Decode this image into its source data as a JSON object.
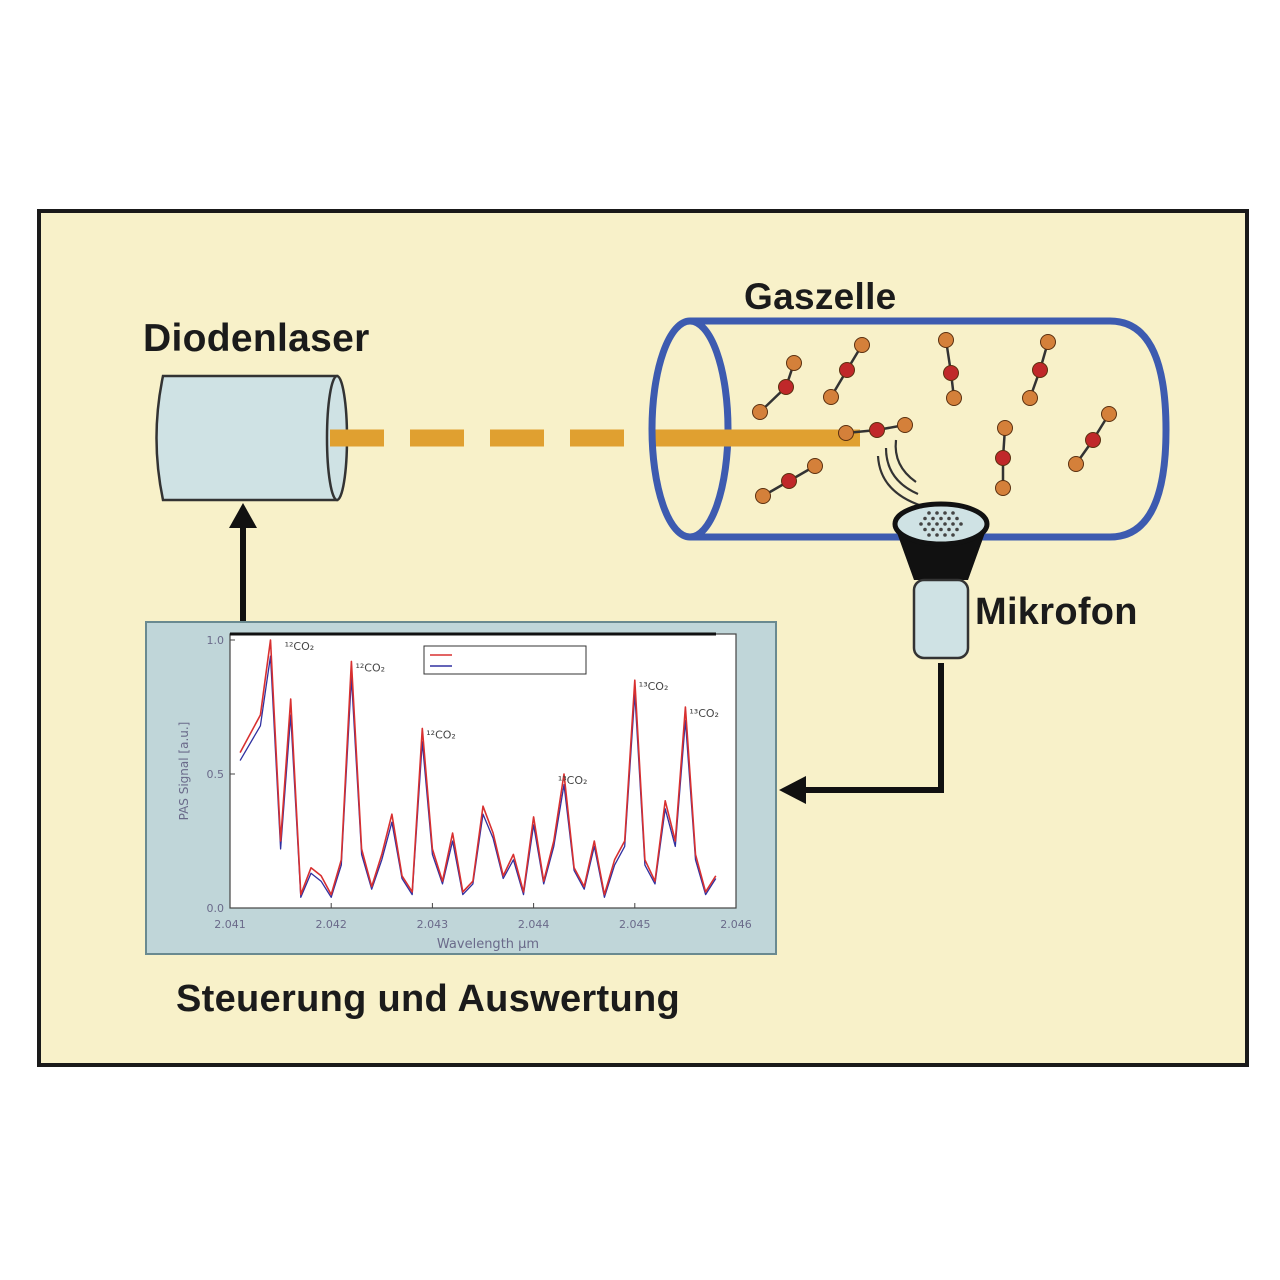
{
  "labels": {
    "laser": "Diodenlaser",
    "cell": "Gaszelle",
    "microphone": "Mikrofon",
    "control": "Steuerung und Auswertung"
  },
  "colors": {
    "frame_fill": "#f8f1c9",
    "component_fill": "#cfe2e4",
    "cell_outline": "#3d5bb0",
    "beam": "#e0a030",
    "molecule_outer": "#d4803a",
    "molecule_center": "#c0282a",
    "series_red": "#d83030",
    "series_blue": "#3030a0"
  },
  "chart_data": {
    "type": "line",
    "xlabel": "Wavelength μm",
    "ylabel": "PAS Signal [a.u.]",
    "xlim": [
      2.041,
      2.046
    ],
    "ylim": [
      0.0,
      1.0
    ],
    "x_ticks": [
      "2.041",
      "2.042",
      "2.043",
      "2.044",
      "2.045",
      "2.046"
    ],
    "y_ticks": [
      "0.0",
      "0.5",
      "1.0"
    ],
    "legend": [
      "",
      ""
    ],
    "peak_labels": [
      {
        "text": "¹²CO₂",
        "x": 2.0415,
        "y": 1.0
      },
      {
        "text": "¹²CO₂",
        "x": 2.0422,
        "y": 0.92
      },
      {
        "text": "¹²CO₂",
        "x": 2.0429,
        "y": 0.67
      },
      {
        "text": "¹³CO₂",
        "x": 2.0442,
        "y": 0.5
      },
      {
        "text": "¹³CO₂",
        "x": 2.045,
        "y": 0.85
      },
      {
        "text": "¹³CO₂",
        "x": 2.0455,
        "y": 0.75
      }
    ],
    "series": [
      {
        "x": [
          2.0411,
          2.0413,
          2.0414,
          2.0415,
          2.0416,
          2.0417,
          2.0418,
          2.0419,
          2.042,
          2.0421,
          2.0422,
          2.0423,
          2.0424,
          2.0425,
          2.0426,
          2.0427,
          2.0428,
          2.0429,
          2.043,
          2.0431,
          2.0432,
          2.0433,
          2.0434,
          2.0435,
          2.0436,
          2.0437,
          2.0438,
          2.0439,
          2.044,
          2.0441,
          2.0442,
          2.0443,
          2.0444,
          2.0445,
          2.0446,
          2.0447,
          2.0448,
          2.0449,
          2.045,
          2.0451,
          2.0452,
          2.0453,
          2.0454,
          2.0455,
          2.0456,
          2.0457,
          2.0458
        ],
        "values": [
          0.58,
          0.72,
          1.0,
          0.25,
          0.78,
          0.05,
          0.15,
          0.12,
          0.05,
          0.18,
          0.92,
          0.22,
          0.08,
          0.2,
          0.35,
          0.12,
          0.06,
          0.67,
          0.22,
          0.1,
          0.28,
          0.06,
          0.1,
          0.38,
          0.28,
          0.12,
          0.2,
          0.06,
          0.34,
          0.1,
          0.25,
          0.5,
          0.15,
          0.08,
          0.25,
          0.05,
          0.18,
          0.25,
          0.85,
          0.18,
          0.1,
          0.4,
          0.25,
          0.75,
          0.2,
          0.06,
          0.12
        ]
      },
      {
        "x": [
          2.0411,
          2.0413,
          2.0414,
          2.0415,
          2.0416,
          2.0417,
          2.0418,
          2.0419,
          2.042,
          2.0421,
          2.0422,
          2.0423,
          2.0424,
          2.0425,
          2.0426,
          2.0427,
          2.0428,
          2.0429,
          2.043,
          2.0431,
          2.0432,
          2.0433,
          2.0434,
          2.0435,
          2.0436,
          2.0437,
          2.0438,
          2.0439,
          2.044,
          2.0441,
          2.0442,
          2.0443,
          2.0444,
          2.0445,
          2.0446,
          2.0447,
          2.0448,
          2.0449,
          2.045,
          2.0451,
          2.0452,
          2.0453,
          2.0454,
          2.0455,
          2.0456,
          2.0457,
          2.0458
        ],
        "values": [
          0.55,
          0.68,
          0.94,
          0.22,
          0.72,
          0.04,
          0.13,
          0.1,
          0.04,
          0.16,
          0.86,
          0.2,
          0.07,
          0.18,
          0.32,
          0.11,
          0.05,
          0.62,
          0.2,
          0.09,
          0.25,
          0.05,
          0.09,
          0.35,
          0.26,
          0.11,
          0.18,
          0.05,
          0.31,
          0.09,
          0.23,
          0.46,
          0.14,
          0.07,
          0.23,
          0.04,
          0.16,
          0.23,
          0.8,
          0.16,
          0.09,
          0.37,
          0.23,
          0.7,
          0.18,
          0.05,
          0.11
        ]
      }
    ]
  }
}
